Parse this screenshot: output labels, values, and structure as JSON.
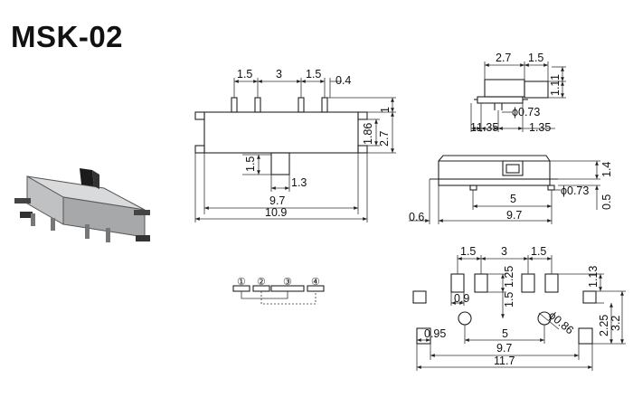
{
  "title": "MSK-02",
  "front_view": {
    "top": [
      "1.5",
      "3",
      "1.5",
      "0.4"
    ],
    "right": [
      "1",
      "1.86",
      "2.7"
    ],
    "bottom": [
      "1.5",
      "1.3",
      "9.7",
      "10.9"
    ]
  },
  "side_view": {
    "top": [
      "2.7",
      "1.5"
    ],
    "right": [
      "1",
      "1.1"
    ],
    "pin": "ϕ0.73",
    "bottom": [
      "1",
      "1.35",
      "1.35"
    ]
  },
  "top_view": {
    "right": [
      "1.4",
      "0.5"
    ],
    "pin": "ϕ0.73",
    "bottom": [
      "0.6",
      "5",
      "9.7"
    ]
  },
  "pins": {
    "labels": [
      "①",
      "②",
      "③",
      "④"
    ]
  },
  "footprint": {
    "top": [
      "1.5",
      "3",
      "1.5"
    ],
    "mid": [
      "0.9",
      "1.5",
      "1.25"
    ],
    "right": [
      "1.13",
      "2.25",
      "3.2"
    ],
    "hole": "ϕ0.86",
    "bottom": [
      "0.95",
      "5",
      "9.7",
      "11.7"
    ]
  }
}
